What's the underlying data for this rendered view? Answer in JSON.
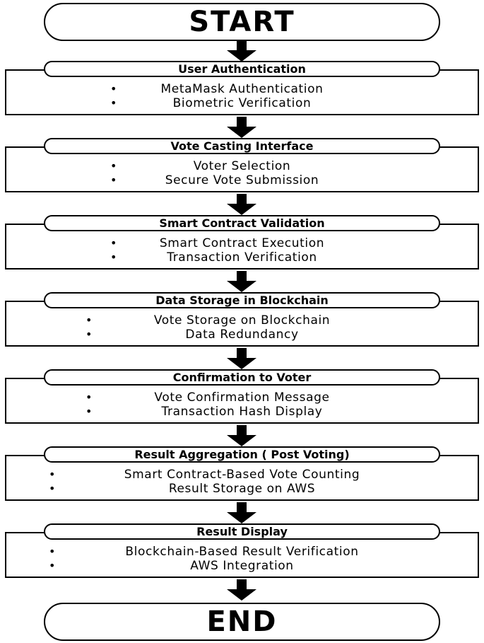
{
  "start_label": "START",
  "end_label": "END",
  "steps": [
    {
      "title": "User Authentication",
      "items": [
        "MetaMask Authentication",
        "Biometric Verification"
      ]
    },
    {
      "title": "Vote Casting Interface",
      "items": [
        "Voter Selection",
        "Secure Vote Submission"
      ]
    },
    {
      "title": "Smart Contract Validation",
      "items": [
        "Smart Contract Execution",
        "Transaction Verification"
      ]
    },
    {
      "title": "Data Storage in Blockchain",
      "items": [
        "Vote Storage on Blockchain",
        "Data Redundancy"
      ]
    },
    {
      "title": "Confirmation to Voter",
      "items": [
        "Vote Confirmation Message",
        "Transaction Hash Display"
      ]
    },
    {
      "title": "Result Aggregation ( Post Voting)",
      "items": [
        "Smart Contract-Based Vote Counting",
        "Result Storage on AWS"
      ]
    },
    {
      "title": "Result Display",
      "items": [
        "Blockchain-Based Result Verification",
        "AWS Integration"
      ]
    }
  ]
}
